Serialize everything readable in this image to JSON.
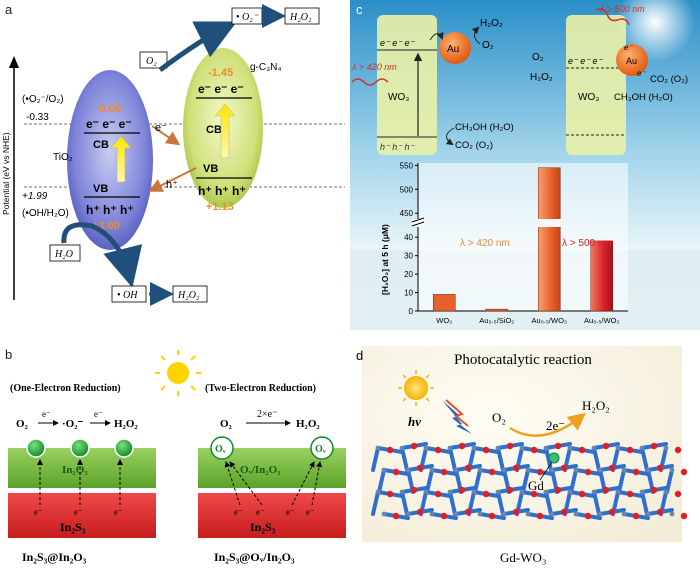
{
  "panel_a": {
    "label": "a",
    "y_axis_label": "Potential (eV vs NHE)",
    "o2_couple": "(•O₂⁻/O₂)",
    "o2_potential": "-0.33",
    "oh_potential": "+1.99",
    "oh_couple": "(•OH/H₂O)",
    "tio2_name": "TiO₂",
    "tio2_cb_value": "-0.06",
    "tio2_vb_value": "+3.00",
    "g_c3n4_name": "g-C₃N₄",
    "g_c3n4_cb_value": "-1.45",
    "g_c3n4_vb_value": "+1.13",
    "cb_label": "CB",
    "vb_label": "VB",
    "electrons": "e⁻ e⁻ e⁻",
    "holes": "h⁺ h⁺ h⁺",
    "e_transfer": "e⁻",
    "h_transfer": "h⁺",
    "box_o2": "O₂",
    "box_o2_radical": "• O₂⁻",
    "box_h2o2_top": "H₂O₂",
    "box_h2o": "H₂O",
    "box_oh": "• OH",
    "box_h2o2_bottom": "H₂O₂"
  },
  "panel_b": {
    "label": "b",
    "one_e_title": "(One-Electron Reduction)",
    "two_e_title": "(Two-Electron Reduction)",
    "one_e_eq": [
      "O₂",
      "e⁻",
      "·O₂⁻",
      "e⁻",
      "H₂O₂"
    ],
    "two_e_eq": [
      "O₂",
      "2×e⁻",
      "H₂O₂"
    ],
    "in2o3_layer": "In₂O₃",
    "ov_in2o3_layer": "Oᵥ/In₂O₃",
    "ov_site": "Oᵥ",
    "in2s3_layer": "In₂S₃",
    "electron": "e⁻",
    "left_name": "In₂S₃@In₂O₃",
    "right_name": "In₂S₃@Oᵥ/In₂O₃"
  },
  "panel_c": {
    "label": "c",
    "wo3": "WO₃",
    "au": "Au",
    "light_left": "λ > 420 nm",
    "light_right": "λ > 500 nm",
    "h2o2": "H₂O₂",
    "o2": "O₂",
    "electrons": "e⁻  e⁻  e⁻",
    "holes": "h⁻  h⁻  h⁻",
    "ch3oh_left": "CH₃OH (H₂O)",
    "co2_left": "CO₂ (O₂)",
    "co2_right": "CO₂ (O₂)",
    "ch3oh_right": "CH₃OH (H₂O)",
    "e_minus": "e⁻"
  },
  "chart_data": {
    "type": "bar",
    "categories": [
      "WO₃",
      "Au₀.₅/SiO₂",
      "Au₀.₅/WO₃",
      "Au₀.₅/WO₃"
    ],
    "values": [
      9,
      1,
      545,
      38
    ],
    "bar_colors": [
      "#e8602c",
      "#e8602c",
      "#ef5a1e",
      "#d8202c"
    ],
    "ylabel": "[H₂O₂] at 5 h (μM)",
    "yticks_lower": [
      "0",
      "10",
      "20",
      "30",
      "40"
    ],
    "yticks_upper": [
      "450",
      "500",
      "550"
    ],
    "axis_break": [
      45,
      440
    ],
    "annotations": [
      "λ > 420 nm",
      "λ > 500 nm"
    ],
    "annotation_colors": [
      "#e8874a",
      "#d8202c"
    ]
  },
  "panel_d": {
    "label": "d",
    "title": "Photocatalytic reaction",
    "hv": "hv",
    "o2": "O₂",
    "two_e": "2e⁻",
    "h2o2": "H₂O₂",
    "gd": "Gd",
    "name": "Gd-WO₃"
  }
}
